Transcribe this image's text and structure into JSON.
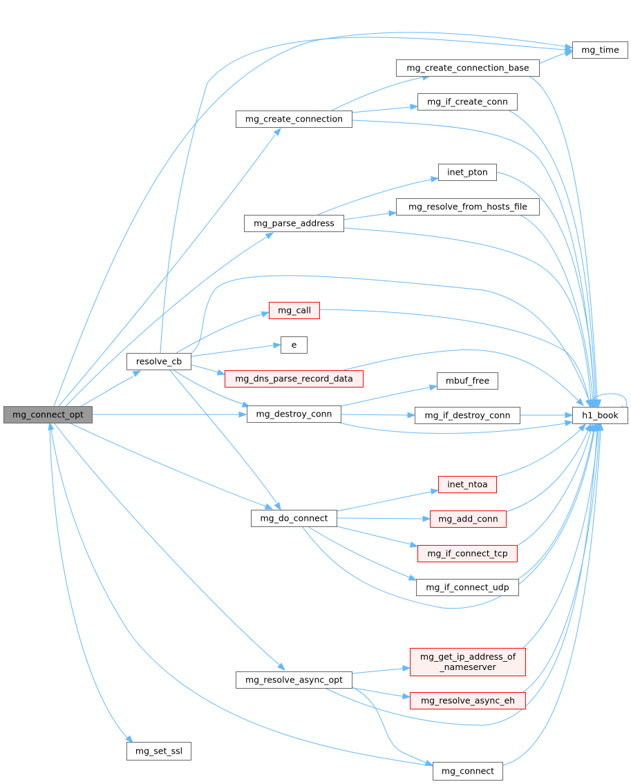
{
  "colors": {
    "edge": "#63b8ff",
    "node_fill": "#ffffff",
    "node_stroke": "#666666",
    "root_fill": "#999999",
    "root_stroke": "#666666",
    "truncated_fill": "#fff0f0",
    "truncated_stroke": "#ff0000"
  },
  "nodes": {
    "mg_connect_opt": {
      "label": "mg_connect_opt",
      "kind": "root"
    },
    "resolve_cb": {
      "label": "resolve_cb",
      "kind": "normal"
    },
    "mg_set_ssl": {
      "label": "mg_set_ssl",
      "kind": "normal"
    },
    "mg_create_connection": {
      "label": "mg_create_connection",
      "kind": "normal"
    },
    "mg_parse_address": {
      "label": "mg_parse_address",
      "kind": "normal"
    },
    "mg_call": {
      "label": "mg_call",
      "kind": "truncated"
    },
    "e": {
      "label": "e",
      "kind": "normal"
    },
    "mg_dns_parse_record_data": {
      "label": "mg_dns_parse_record_data",
      "kind": "truncated"
    },
    "mg_destroy_conn": {
      "label": "mg_destroy_conn",
      "kind": "normal"
    },
    "mg_do_connect": {
      "label": "mg_do_connect",
      "kind": "normal"
    },
    "mg_resolve_async_opt": {
      "label": "mg_resolve_async_opt",
      "kind": "normal"
    },
    "mg_create_connection_base": {
      "label": "mg_create_connection_base",
      "kind": "normal"
    },
    "mg_if_create_conn": {
      "label": "mg_if_create_conn",
      "kind": "normal"
    },
    "inet_pton": {
      "label": "inet_pton",
      "kind": "normal"
    },
    "mg_resolve_from_hosts_file": {
      "label": "mg_resolve_from_hosts_file",
      "kind": "normal"
    },
    "mbuf_free": {
      "label": "mbuf_free",
      "kind": "normal"
    },
    "mg_if_destroy_conn": {
      "label": "mg_if_destroy_conn",
      "kind": "normal"
    },
    "inet_ntoa": {
      "label": "inet_ntoa",
      "kind": "truncated"
    },
    "mg_add_conn": {
      "label": "mg_add_conn",
      "kind": "truncated"
    },
    "mg_if_connect_tcp": {
      "label": "mg_if_connect_tcp",
      "kind": "truncated"
    },
    "mg_if_connect_udp": {
      "label": "mg_if_connect_udp",
      "kind": "normal"
    },
    "mg_get_ip_address_of_nameserver": {
      "label": [
        "mg_get_ip_address_of",
        "_nameserver"
      ],
      "kind": "truncated"
    },
    "mg_resolve_async_eh": {
      "label": "mg_resolve_async_eh",
      "kind": "truncated"
    },
    "mg_connect": {
      "label": "mg_connect",
      "kind": "normal"
    },
    "mg_time": {
      "label": "mg_time",
      "kind": "normal"
    },
    "h1_book": {
      "label": "h1_book",
      "kind": "normal"
    }
  },
  "edges": [
    [
      "mg_connect_opt",
      "resolve_cb"
    ],
    [
      "mg_connect_opt",
      "mg_create_connection"
    ],
    [
      "mg_connect_opt",
      "mg_parse_address"
    ],
    [
      "mg_connect_opt",
      "mg_destroy_conn"
    ],
    [
      "mg_connect_opt",
      "mg_do_connect"
    ],
    [
      "mg_connect_opt",
      "mg_resolve_async_opt"
    ],
    [
      "mg_connect_opt",
      "mg_set_ssl"
    ],
    [
      "mg_connect_opt",
      "mg_time"
    ],
    [
      "mg_connect_opt",
      "h1_book"
    ],
    [
      "resolve_cb",
      "mg_time"
    ],
    [
      "resolve_cb",
      "mg_call"
    ],
    [
      "resolve_cb",
      "e"
    ],
    [
      "resolve_cb",
      "mg_dns_parse_record_data"
    ],
    [
      "resolve_cb",
      "mg_destroy_conn"
    ],
    [
      "resolve_cb",
      "mg_do_connect"
    ],
    [
      "resolve_cb",
      "h1_book"
    ],
    [
      "mg_create_connection",
      "mg_create_connection_base"
    ],
    [
      "mg_create_connection",
      "mg_if_create_conn"
    ],
    [
      "mg_create_connection",
      "h1_book"
    ],
    [
      "mg_create_connection_base",
      "mg_time"
    ],
    [
      "mg_create_connection_base",
      "h1_book"
    ],
    [
      "mg_if_create_conn",
      "h1_book"
    ],
    [
      "mg_parse_address",
      "inet_pton"
    ],
    [
      "mg_parse_address",
      "mg_resolve_from_hosts_file"
    ],
    [
      "mg_parse_address",
      "h1_book"
    ],
    [
      "inet_pton",
      "h1_book"
    ],
    [
      "mg_resolve_from_hosts_file",
      "h1_book"
    ],
    [
      "mg_call",
      "h1_book"
    ],
    [
      "mg_dns_parse_record_data",
      "h1_book"
    ],
    [
      "mg_destroy_conn",
      "mbuf_free"
    ],
    [
      "mg_destroy_conn",
      "mg_if_destroy_conn"
    ],
    [
      "mg_destroy_conn",
      "h1_book"
    ],
    [
      "mg_if_destroy_conn",
      "h1_book"
    ],
    [
      "mg_do_connect",
      "inet_ntoa"
    ],
    [
      "mg_do_connect",
      "mg_add_conn"
    ],
    [
      "mg_do_connect",
      "mg_if_connect_tcp"
    ],
    [
      "mg_do_connect",
      "mg_if_connect_udp"
    ],
    [
      "mg_do_connect",
      "h1_book"
    ],
    [
      "inet_ntoa",
      "h1_book"
    ],
    [
      "mg_add_conn",
      "h1_book"
    ],
    [
      "mg_if_connect_tcp",
      "h1_book"
    ],
    [
      "mg_if_connect_udp",
      "h1_book"
    ],
    [
      "mg_resolve_async_opt",
      "mg_get_ip_address_of_nameserver"
    ],
    [
      "mg_resolve_async_opt",
      "mg_resolve_async_eh"
    ],
    [
      "mg_resolve_async_opt",
      "mg_connect"
    ],
    [
      "mg_resolve_async_opt",
      "h1_book"
    ],
    [
      "mg_get_ip_address_of_nameserver",
      "h1_book"
    ],
    [
      "mg_resolve_async_eh",
      "h1_book"
    ],
    [
      "mg_connect",
      "mg_connect_opt"
    ],
    [
      "mg_connect",
      "h1_book"
    ],
    [
      "h1_book",
      "h1_book"
    ]
  ]
}
